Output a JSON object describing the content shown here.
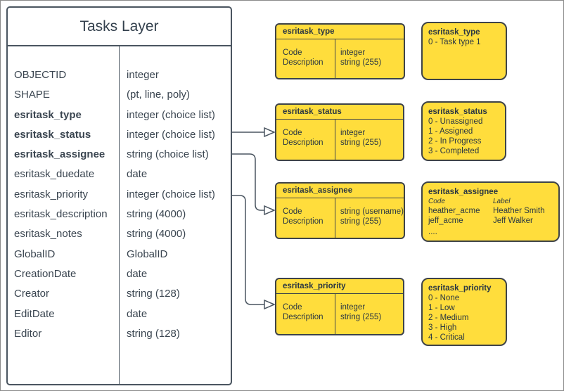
{
  "main": {
    "title": "Tasks Layer",
    "fields": [
      {
        "name": "OBJECTID",
        "type": "integer"
      },
      {
        "name": "SHAPE",
        "type": "(pt, line, poly)"
      },
      {
        "name": "esritask_type",
        "type": "integer (choice list)"
      },
      {
        "name": "esritask_status",
        "type": "integer (choice list)"
      },
      {
        "name": "esritask_assignee",
        "type": "string (choice list)"
      },
      {
        "name": "esritask_duedate",
        "type": "date"
      },
      {
        "name": "esritask_priority",
        "type": "integer (choice list)"
      },
      {
        "name": "esritask_description",
        "type": "string (4000)"
      },
      {
        "name": "esritask_notes",
        "type": "string (4000)"
      },
      {
        "name": "GlobalID",
        "type": "GlobalID"
      },
      {
        "name": "CreationDate",
        "type": "date"
      },
      {
        "name": "Creator",
        "type": "string (128)"
      },
      {
        "name": "EditDate",
        "type": "date"
      },
      {
        "name": "Editor",
        "type": "string (128)"
      }
    ]
  },
  "lookup_tables": [
    {
      "title": "esritask_type",
      "rows": [
        {
          "field": "Code",
          "type": "integer"
        },
        {
          "field": "Description",
          "type": "string (255)"
        }
      ]
    },
    {
      "title": "esritask_status",
      "rows": [
        {
          "field": "Code",
          "type": "integer"
        },
        {
          "field": "Description",
          "type": "string (255)"
        }
      ]
    },
    {
      "title": "esritask_assignee",
      "rows": [
        {
          "field": "Code",
          "type": "string  (username)"
        },
        {
          "field": "Description",
          "type": "string (255)"
        }
      ]
    },
    {
      "title": "esritask_priority",
      "rows": [
        {
          "field": "Code",
          "type": "integer"
        },
        {
          "field": "Description",
          "type": "string (255)"
        }
      ]
    }
  ],
  "value_lists": [
    {
      "title": "esritask_type",
      "items": [
        "0 - Task type 1"
      ]
    },
    {
      "title": "esritask_status",
      "items": [
        "0 - Unassigned",
        "1 - Assigned",
        "2 - In Progress",
        "3 - Completed"
      ]
    },
    {
      "title": "esritask_assignee",
      "col_headers": [
        "Code",
        "Label"
      ],
      "pairs": [
        [
          "heather_acme",
          "Heather Smith"
        ],
        [
          "jeff_acme",
          "Jeff Walker"
        ]
      ],
      "ellipsis": "...."
    },
    {
      "title": "esritask_priority",
      "items": [
        "0 - None",
        "1 - Low",
        "2 - Medium",
        "3 - High",
        "4 - Critical"
      ]
    }
  ],
  "colors": {
    "box_fill": "#ffdd3c",
    "box_border": "#3e4349",
    "table_border": "#4a5560",
    "text": "#3a4550",
    "connector": "#4a5560"
  }
}
